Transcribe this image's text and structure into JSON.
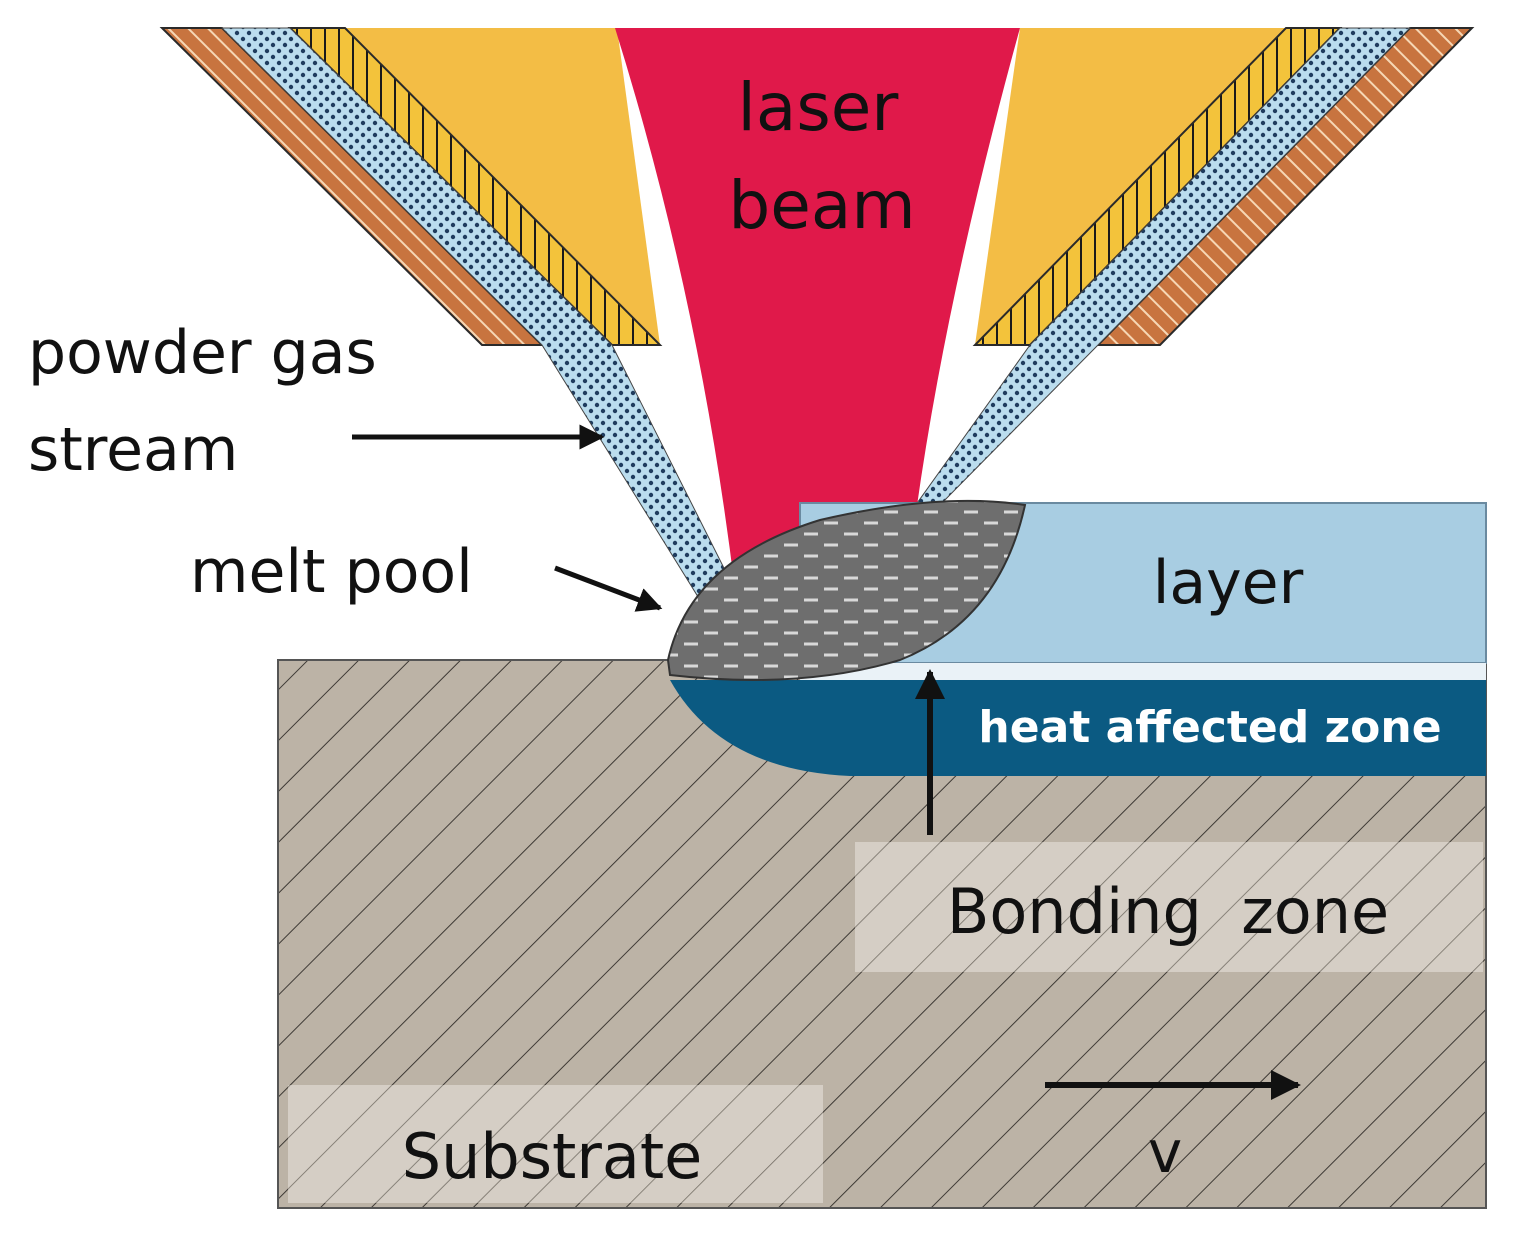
{
  "labels": {
    "laser_beam_line1": "laser",
    "laser_beam_line2": "beam",
    "powder_gas_line1": "powder gas",
    "powder_gas_line2": "stream",
    "melt_pool": "melt pool",
    "layer": "layer",
    "heat_affected_zone": "heat affected zone",
    "bonding_zone": "Bonding  zone",
    "substrate": "Substrate",
    "velocity": "v"
  },
  "colors": {
    "nozzle_body": "#F3BD45",
    "nozzle_outer_wall": "#C8743F",
    "nozzle_hatch_band": "#F3C33B",
    "powder_stream": "#BBDDEE",
    "powder_dots": "#1F3C5E",
    "laser_beam": "#E0194A",
    "layer": "#A8CDE2",
    "heat_affected_zone": "#0B5A82",
    "substrate": "#BCB3A6",
    "substrate_hatch": "#3E3A35",
    "melt_pool": "#6E6E6E",
    "label_box": "#D9D3CA",
    "text": "#111111"
  }
}
